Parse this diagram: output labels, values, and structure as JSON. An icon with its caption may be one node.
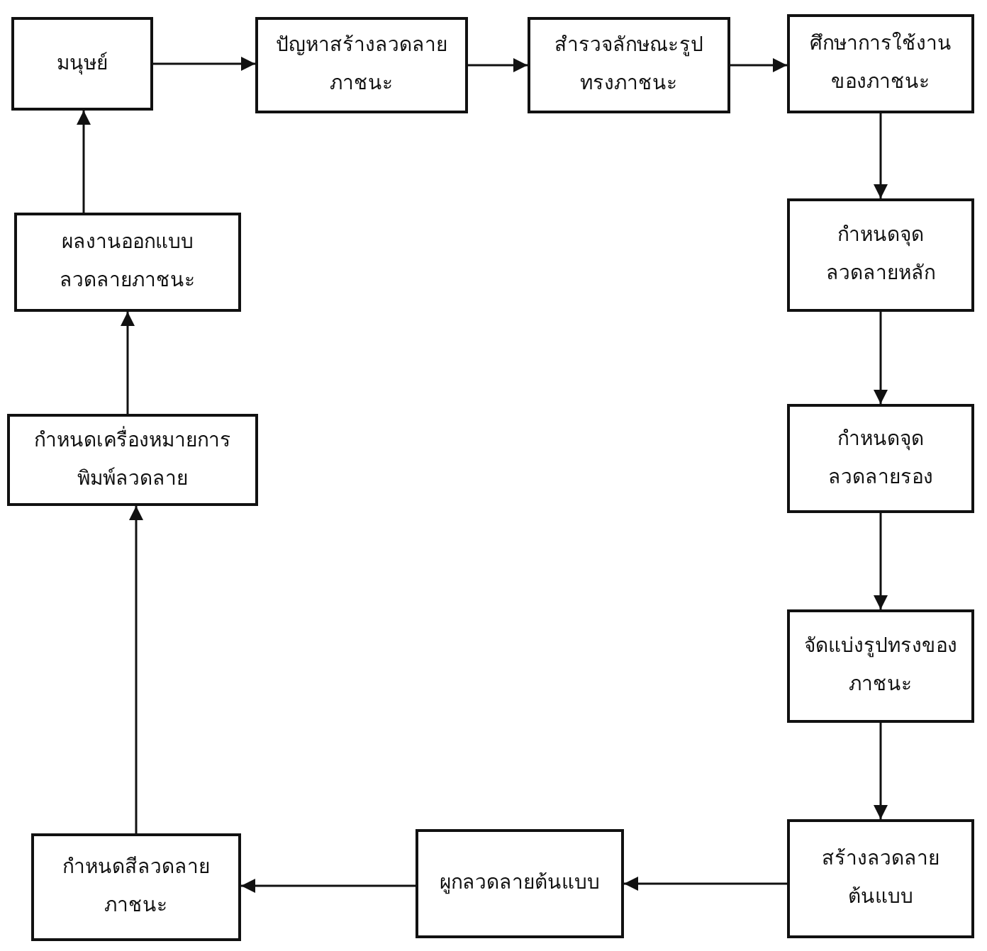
{
  "diagram": {
    "nodes": [
      {
        "text": [
          "มนุษย์"
        ]
      },
      {
        "text": [
          "ปัญหาสร้างลวดลายภาชนะ"
        ]
      },
      {
        "text": [
          "สำรวจลักษณะรูปทรงภาชนะ"
        ]
      },
      {
        "text": [
          "ศึกษาการใช้งานของภาชนะ"
        ]
      },
      {
        "text": [
          "กำหนดจุดลวดลายหลัก"
        ]
      },
      {
        "text": [
          "กำหนดจุดลวดลายรอง"
        ]
      },
      {
        "text": [
          "จัดแบ่งรูปทรงของภาชนะ"
        ]
      },
      {
        "text": [
          "สร้างลวดลายต้นแบบ"
        ]
      },
      {
        "text": [
          "ผูกลวดลายต้นแบบ"
        ]
      },
      {
        "text": [
          "กำหนดสีลวดลายภาชนะ"
        ]
      },
      {
        "text": [
          "กำหนดเครื่องหมายการพิมพ์ลวดลาย"
        ]
      },
      {
        "text": [
          "ผลงานออกแบบลวดลายภาชนะ"
        ]
      }
    ],
    "edges": [
      {
        "from": 0,
        "to": 1,
        "arrow": "to"
      },
      {
        "from": 1,
        "to": 2,
        "arrow": "to"
      },
      {
        "from": 2,
        "to": 3,
        "arrow": "to"
      },
      {
        "from": 3,
        "to": 4,
        "arrow": "to"
      },
      {
        "from": 4,
        "to": 5,
        "arrow": "to"
      },
      {
        "from": 5,
        "to": 6,
        "arrow": "to"
      },
      {
        "from": 6,
        "to": 7,
        "arrow": "to"
      },
      {
        "from": 7,
        "to": 8,
        "arrow": "to"
      },
      {
        "from": 8,
        "to": 9,
        "arrow": "to"
      },
      {
        "from": 9,
        "to": 10,
        "arrow": "to"
      },
      {
        "from": 10,
        "to": 11,
        "arrow": "to"
      },
      {
        "from": 11,
        "to": 0,
        "arrow": "to"
      }
    ]
  }
}
